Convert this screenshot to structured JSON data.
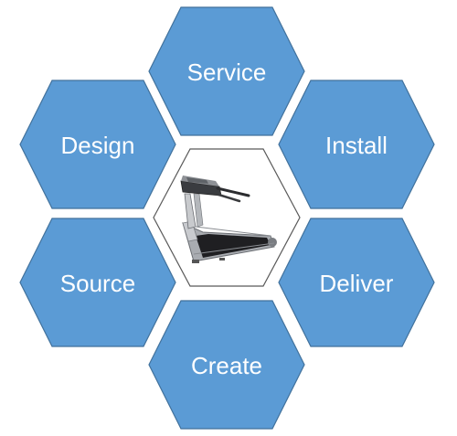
{
  "diagram": {
    "center": {
      "image": "treadmill-illustration"
    },
    "nodes": [
      {
        "id": "service",
        "label": "Service"
      },
      {
        "id": "install",
        "label": "Install"
      },
      {
        "id": "deliver",
        "label": "Deliver"
      },
      {
        "id": "create",
        "label": "Create"
      },
      {
        "id": "source",
        "label": "Source"
      },
      {
        "id": "design",
        "label": "Design"
      }
    ],
    "colors": {
      "hex_fill": "#5b9bd5",
      "hex_stroke": "#41719c",
      "label": "#ffffff",
      "center_fill": "#ffffff",
      "center_stroke": "#595959"
    }
  }
}
